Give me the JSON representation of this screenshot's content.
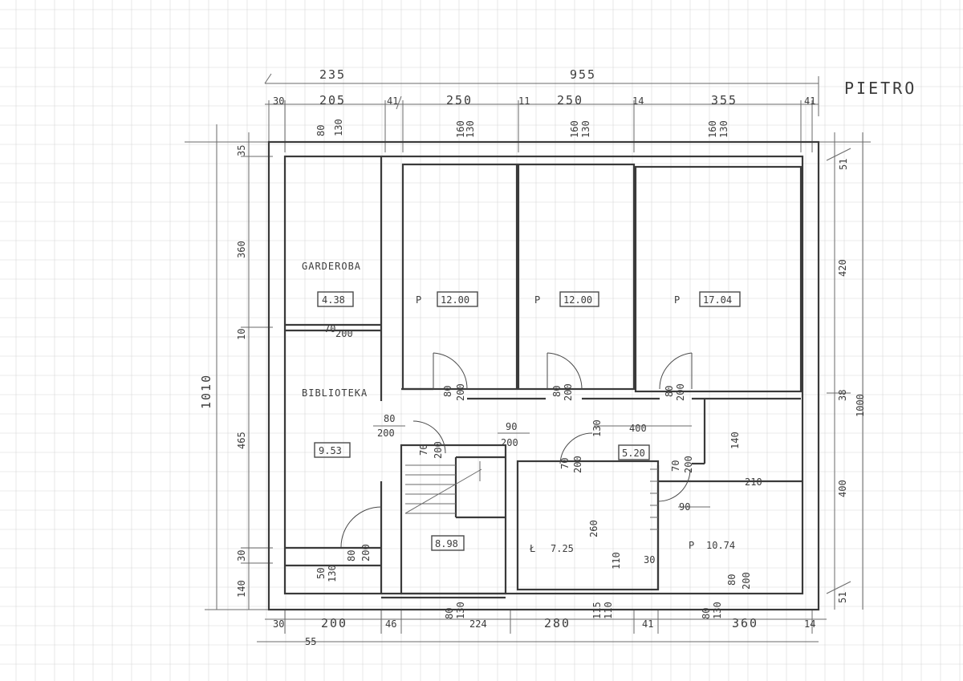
{
  "title": "PIETRO",
  "top_dims": {
    "overall": "955",
    "left_total": "235",
    "segments": [
      "30",
      "205",
      "41",
      "250",
      "11",
      "250",
      "14",
      "355",
      "41"
    ]
  },
  "window_dims": [
    {
      "a": "80",
      "b": "130"
    },
    {
      "a": "160",
      "b": "130"
    },
    {
      "a": "160",
      "b": "130"
    },
    {
      "a": "160",
      "b": "130"
    }
  ],
  "left_dims": {
    "overall": "1010",
    "segments": [
      "35",
      "360",
      "10",
      "465",
      "30",
      "140"
    ]
  },
  "right_dims": {
    "overall": "1000",
    "segments": [
      "51",
      "420",
      "38",
      "400",
      "51"
    ]
  },
  "bottom_dims": {
    "segments": [
      "30",
      "200",
      "46",
      "224",
      "280",
      "41",
      "360",
      "14"
    ],
    "openings": [
      {
        "a": "80",
        "b": "130"
      },
      {
        "a": "115",
        "b": "110"
      },
      {
        "a": "80",
        "b": "130"
      }
    ]
  },
  "rooms": [
    {
      "name": "GARDEROBA",
      "area": "4.38"
    },
    {
      "name": "BIBLIOTEKA",
      "area": "9.53"
    },
    {
      "name": "P",
      "area": "12.00"
    },
    {
      "name": "P",
      "area": "12.00"
    },
    {
      "name": "P",
      "area": "17.04"
    },
    {
      "name": "",
      "area": "8.98"
    },
    {
      "name": "Ł",
      "area": "7.25"
    },
    {
      "name": "",
      "area": "5.20"
    },
    {
      "name": "P",
      "area": "10.74"
    }
  ],
  "internal_dims": {
    "door_garderoba": {
      "a": "70",
      "b": "200"
    },
    "door_biblioteka": {
      "a": "80",
      "b": "200"
    },
    "door_bib_bottom": {
      "a": "80",
      "b": "200"
    },
    "door_p1": {
      "a": "80",
      "b": "200"
    },
    "door_p2": {
      "a": "80",
      "b": "200"
    },
    "door_p3": {
      "a": "80",
      "b": "200"
    },
    "door_stair": {
      "a": "70",
      "b": "200"
    },
    "door_lazienka": {
      "a": "70",
      "b": "200"
    },
    "door_hall_r": {
      "a": "70",
      "b": "200"
    },
    "door_p4": {
      "a": "80",
      "b": "200"
    },
    "corridor_w": "400",
    "corridor_h": "130",
    "hall_opening": {
      "a": "90",
      "b": "200"
    },
    "room_d": "140",
    "room_d2": "210",
    "room_d3": "90",
    "lazienka_d": "260",
    "lazienka_e": "110",
    "small_30": "30",
    "small_50": "50",
    "small_130": "130",
    "tag_code": "55"
  }
}
